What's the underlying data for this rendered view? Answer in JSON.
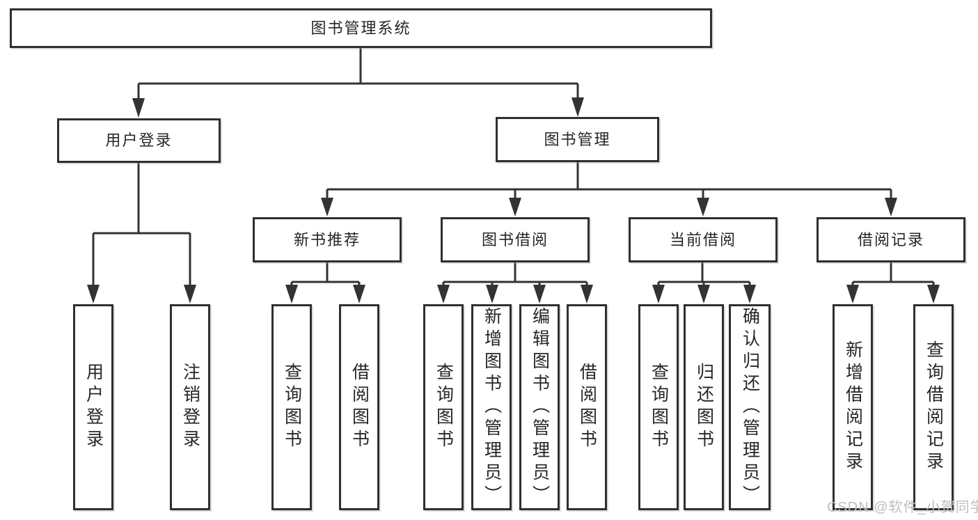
{
  "diagram": {
    "root": {
      "label": "图书管理系统"
    },
    "level2": [
      {
        "label": "用户登录"
      },
      {
        "label": "图书管理"
      }
    ],
    "level3": [
      {
        "label": "新书推荐"
      },
      {
        "label": "图书借阅"
      },
      {
        "label": "当前借阅"
      },
      {
        "label": "借阅记录"
      }
    ],
    "leafGroups": [
      {
        "parent": "用户登录",
        "items": [
          {
            "label": "用户登录"
          },
          {
            "label": "注销登录"
          }
        ]
      },
      {
        "parent": "新书推荐",
        "items": [
          {
            "label": "查询图书"
          },
          {
            "label": "借阅图书"
          }
        ]
      },
      {
        "parent": "图书借阅",
        "items": [
          {
            "label": "查询图书"
          },
          {
            "label": "新增图书（管理员）"
          },
          {
            "label": "编辑图书（管理员）"
          },
          {
            "label": "借阅图书"
          }
        ]
      },
      {
        "parent": "当前借阅",
        "items": [
          {
            "label": "查询图书"
          },
          {
            "label": "归还图书"
          },
          {
            "label": "确认归还（管理员）"
          }
        ]
      },
      {
        "parent": "借阅记录",
        "items": [
          {
            "label": "新增借阅记录"
          },
          {
            "label": "查询借阅记录"
          }
        ]
      }
    ]
  },
  "watermark": {
    "label": "CSDN @软件_小贺同学"
  },
  "colors": {
    "line": "#333333",
    "border": "#2f2f2f",
    "text": "#262626",
    "watermark": "#bdbdbd",
    "background": "#ffffff"
  }
}
